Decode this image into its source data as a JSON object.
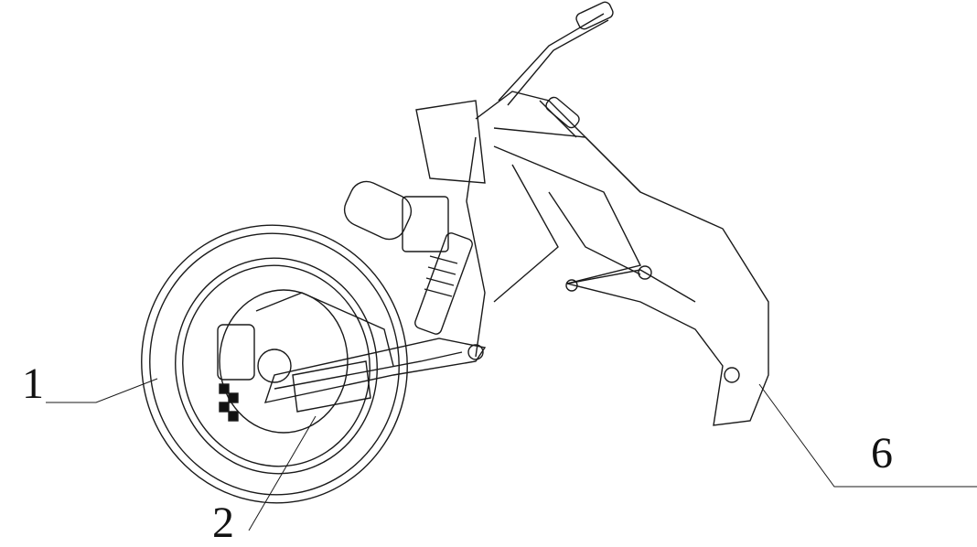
{
  "diagram": {
    "subject": "motorcycle-frame-and-swingarm-assembly",
    "callouts": [
      {
        "number": "1",
        "part": "rear-wheel"
      },
      {
        "number": "2",
        "part": "swingarm"
      },
      {
        "number": "6",
        "part": "frame-bracket"
      }
    ]
  },
  "colors": {
    "line": "#1a1a1a",
    "background": "#ffffff"
  }
}
